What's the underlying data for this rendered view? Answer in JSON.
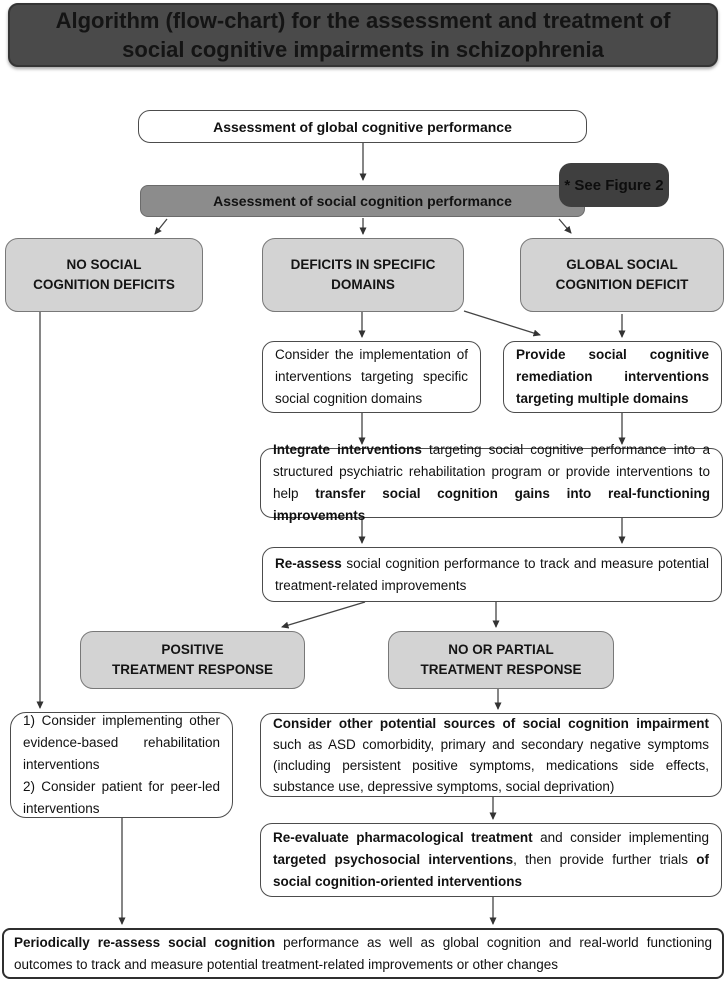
{
  "title": "Algorithm (flow-chart) for the assessment and treatment of social cognitive impairments in schizophrenia",
  "see_figure_note": "* See Figure 2",
  "colors": {
    "title_bg": "#4a4a4a",
    "band_bg": "#8c8c8c",
    "note_bg": "#3f3f3f",
    "category_bg": "#d3d3d3"
  },
  "nodes": {
    "global_assessment": {
      "label": "Assessment of global cognitive performance"
    },
    "social_assessment": {
      "label": "Assessment of social cognition performance"
    },
    "no_deficits": {
      "lines": [
        "NO SOCIAL",
        "COGNITION DEFICITS"
      ]
    },
    "specific_deficits": {
      "lines": [
        "DEFICITS IN SPECIFIC",
        "DOMAINS"
      ]
    },
    "global_deficit": {
      "lines": [
        "GLOBAL SOCIAL",
        "COGNITION DEFICIT"
      ]
    },
    "consider_specific": {
      "segments": [
        {
          "b": false,
          "t": "Consider the implementation of interventions targeting specific social cognition domains"
        }
      ]
    },
    "provide_remediation": {
      "segments": [
        {
          "b": true,
          "t": "Provide social cognitive remediation interventions targeting multiple domains"
        }
      ]
    },
    "integrate": {
      "segments": [
        {
          "b": true,
          "t": "Integrate interventions"
        },
        {
          "b": false,
          "t": " targeting social cognitive performance into a structured psychiatric rehabilitation program or provide interventions to help "
        },
        {
          "b": true,
          "t": "transfer social cognition gains into real-functioning improvements"
        }
      ]
    },
    "reassess": {
      "segments": [
        {
          "b": true,
          "t": "Re-assess"
        },
        {
          "b": false,
          "t": " social cognition performance to track and measure potential treatment-related improvements"
        }
      ]
    },
    "positive_response": {
      "lines": [
        "POSITIVE",
        "TREATMENT RESPONSE"
      ]
    },
    "no_partial_response": {
      "lines": [
        "NO OR PARTIAL",
        "TREATMENT RESPONSE"
      ]
    },
    "other_rehab": {
      "items": [
        "1) Consider implementing other evidence-based rehabilitation interventions",
        "2) Consider patient for peer-led interventions"
      ]
    },
    "other_sources": {
      "segments": [
        {
          "b": true,
          "t": "Consider other potential sources of social cognition impairment"
        },
        {
          "b": false,
          "t": " such as ASD comorbidity, primary and secondary negative symptoms (including persistent positive symptoms, medications side effects, substance use, depressive symptoms, social deprivation)"
        }
      ]
    },
    "reevaluate": {
      "segments": [
        {
          "b": true,
          "t": "Re-evaluate pharmacological treatment"
        },
        {
          "b": false,
          "t": " and consider implementing "
        },
        {
          "b": true,
          "t": "targeted psychosocial interventions"
        },
        {
          "b": false,
          "t": ", then provide further trials "
        },
        {
          "b": true,
          "t": "of social cognition-oriented interventions"
        }
      ]
    },
    "periodic_reassess": {
      "segments": [
        {
          "b": true,
          "t": "Periodically re-assess social cognition"
        },
        {
          "b": false,
          "t": " performance as well as global cognition and real-world functioning outcomes to track and measure potential treatment-related improvements or other changes"
        }
      ]
    }
  }
}
